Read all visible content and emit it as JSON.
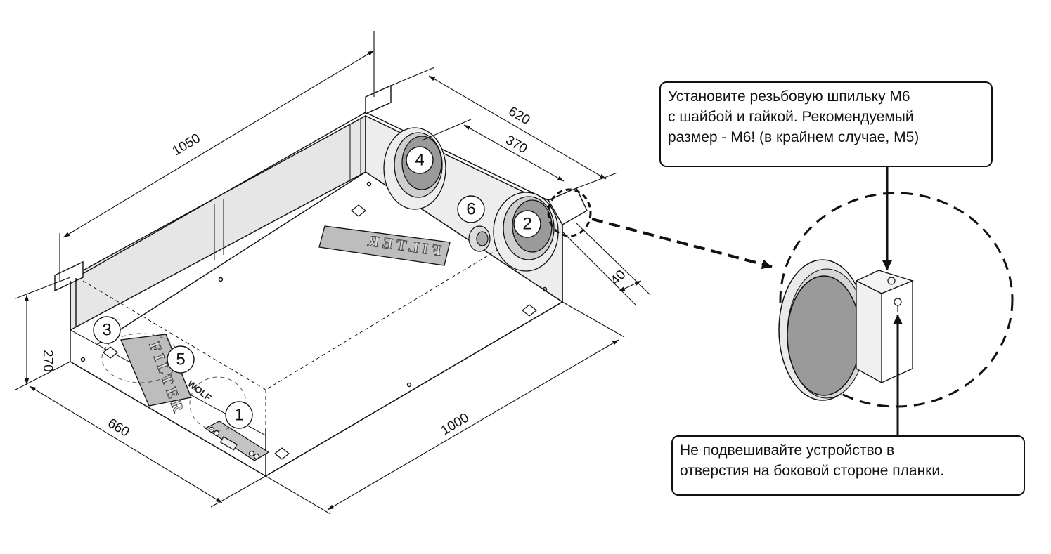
{
  "dimensions": {
    "length_top": "1050",
    "depth_right": "620",
    "spigot_spacing": "370",
    "bracket_offset": "40",
    "height": "270",
    "depth_bottom": "660",
    "length_bottom": "1000"
  },
  "markers": [
    "1",
    "2",
    "3",
    "4",
    "5",
    "6"
  ],
  "filter_label": "FILTER",
  "brand_label": "WOLF",
  "callouts": {
    "top": {
      "lines": [
        "Установите резьбовую шпильку М6",
        "с шайбой и гайкой. Рекомендуемый",
        "размер - М6! (в крайнем случае, М5)"
      ]
    },
    "bottom": {
      "lines": [
        "Не подвешивайте устройство в",
        "отверстия на боковой стороне планки."
      ]
    }
  },
  "colors": {
    "line": "#111111",
    "panel": "#e6e6e6",
    "spigot_inner": "#9a9a9a"
  }
}
